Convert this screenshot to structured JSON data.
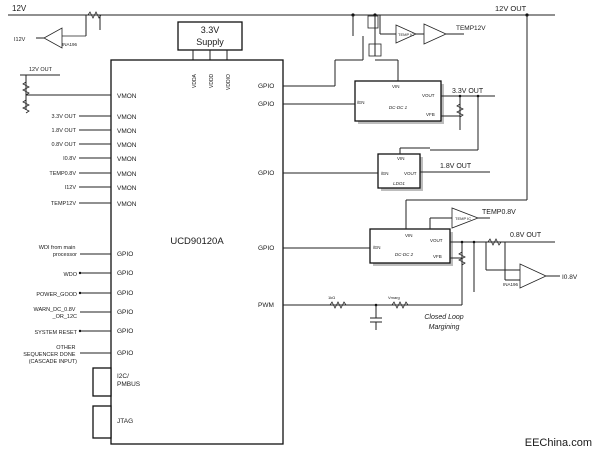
{
  "rails": {
    "in": "12V",
    "out": "12V OUT"
  },
  "sense": {
    "i12v_left": "I12V",
    "amp_left": "INA196",
    "amp_right": "INA196"
  },
  "supply": {
    "line1": "3.3V",
    "line2": "Supply",
    "pins": [
      "VDDA",
      "VDDD",
      "VDDIO"
    ]
  },
  "controller": {
    "name": "UCD90120A",
    "left_pins": [
      "VMON",
      "VMON",
      "VMON",
      "VMON",
      "VMON",
      "VMON",
      "VMON",
      "VMON",
      "GPIO",
      "GPIO",
      "GPIO",
      "GPIO",
      "GPIO",
      "GPIO",
      "I2C/\nPMBUS",
      "JTAG"
    ],
    "right_pins": [
      "GPIO",
      "GPIO",
      "GPIO",
      "GPIO",
      "PWM"
    ]
  },
  "vmon_inputs": [
    "12V OUT",
    "3.3V OUT",
    "1.8V OUT",
    "0.8V OUT",
    "I0.8V",
    "TEMP0.8V",
    "I12V",
    "TEMP12V"
  ],
  "gpio_inputs": [
    "WDI from main\nprocessor",
    "WDO",
    "POWER_GOOD",
    "WARN_DC_0.8V\n_OR_12C",
    "SYSTEM RESET",
    "OTHER\nSEQUENCER DONE\n(CASCADE INPUT)"
  ],
  "blocks": {
    "dcdc1": {
      "name": "DC-DC 1",
      "vin": "VIN",
      "vout": "VOUT",
      "en": "/EN",
      "vfb": "VFB"
    },
    "ldo1": {
      "name": "LDO1",
      "vin": "VIN",
      "vout": "VOUT",
      "en": "/EN"
    },
    "dcdc2": {
      "name": "DC-DC 2",
      "vin": "VIN",
      "vout": "VOUT",
      "en": "/EN",
      "vfb": "VFB"
    }
  },
  "outputs": {
    "v33": "3.3V OUT",
    "v18": "1.8V OUT",
    "v08": "0.8V OUT"
  },
  "temp": {
    "t12": "TEMP12V",
    "t08": "TEMP0.8V",
    "sensor": "TEMP IC",
    "i08": "I0.8V"
  },
  "margin": {
    "r1": "1kΩ",
    "r2": "Vmarg",
    "label1": "Closed Loop",
    "label2": "Margining"
  },
  "watermark": "EEChina.com"
}
